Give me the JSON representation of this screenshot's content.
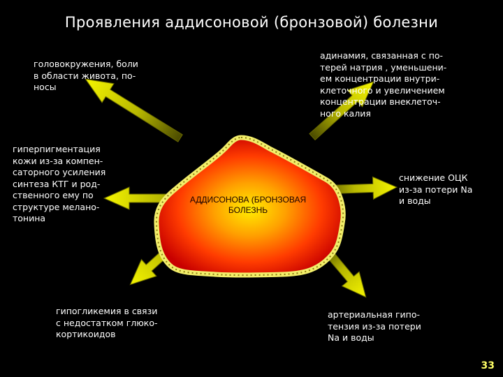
{
  "title": "Проявления  аддисоновой (бронзовой) болезни",
  "center": "АДДИСОНОВА (БРОНЗОВАЯ\nБОЛЕЗНЬ",
  "nodes": {
    "top_left": "головокружения, боли\nв области живота, по-\nносы",
    "top_right": "адинамия, связанная с по-\nтерей натрия , уменьшени-\nем   концентрации внутри-\nклеточного и увеличением\nконцентрации   внеклеточ-\nного калия",
    "left": "гиперпигментация\nкожи из-за компен-\nсаторного усиления\nсинтеза КТГ и род-\nственного ему по\nструктуре  мелано-\nтонина",
    "right": "снижение  ОЦК\nиз-за потери Na\nи воды",
    "bottom_left": "гипогликемия в связи\nс недостатком глюко-\nкортикоидов",
    "bottom_right": "артериальная   гипо-\nтензия из-за потери\nNa и воды"
  },
  "page_number": "33",
  "colors": {
    "arrow": "#d8d800",
    "blob_core": "#ffee00",
    "blob_edge": "#c80000",
    "outline": "#f2ee6a"
  }
}
